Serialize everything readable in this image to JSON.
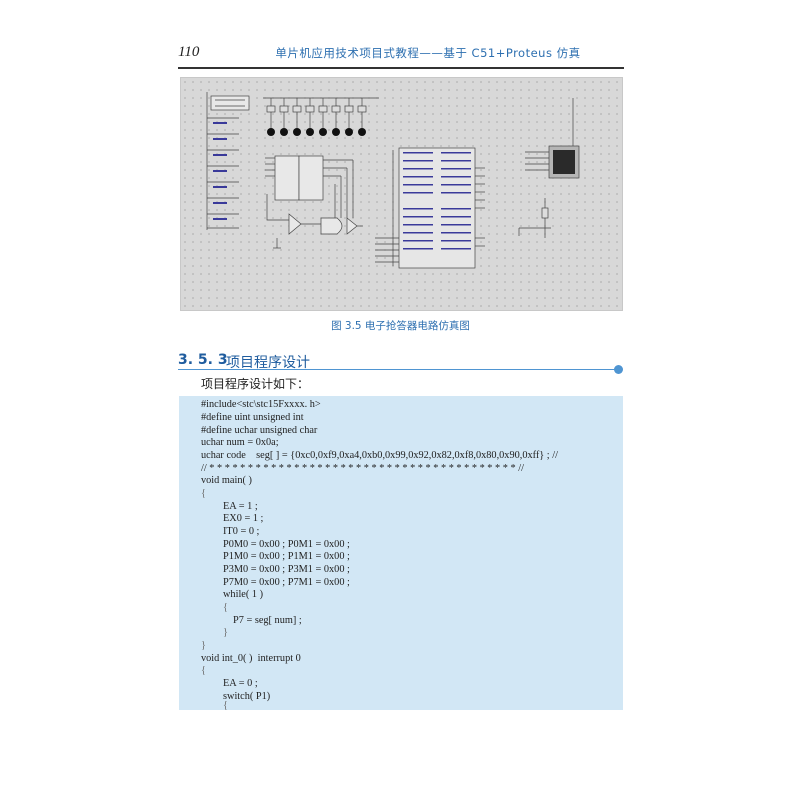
{
  "header": {
    "page_number": "110",
    "running_title": "单片机应用技术项目式教程——基于 C51+Proteus 仿真"
  },
  "figure": {
    "caption": "图 3.5    电子抢答器电路仿真图"
  },
  "section": {
    "number": "3. 5. 3",
    "title": "项目程序设计",
    "intro": "项目程序设计如下："
  },
  "code_lines": [
    "#include<stc\\stc15Fxxxx. h>",
    "#define uint unsigned int",
    "#define uchar unsigned char",
    "uchar num = 0x0a;",
    "uchar code    seg[ ] = {0xc0,0xf9,0xa4,0xb0,0x99,0x92,0x82,0xf8,0x80,0x90,0xff} ; //",
    "// * * * * * * * * * * * * * * * * * * * * * * * * * * * * * * * * * * * * * * * * //",
    "void main( )",
    "{",
    "EA = 1 ;",
    "EX0 = 1 ;",
    "IT0 = 0 ;",
    "P0M0 = 0x00 ; P0M1 = 0x00 ;",
    "P1M0 = 0x00 ; P1M1 = 0x00 ;",
    "P3M0 = 0x00 ; P3M1 = 0x00 ;",
    "P7M0 = 0x00 ; P7M1 = 0x00 ;",
    "while( 1 )",
    "{",
    "P7 = seg[ num] ;",
    "}",
    "}",
    "void int_0( )  interrupt 0",
    "{",
    "EA = 0 ;",
    "switch( P1)",
    "{"
  ]
}
